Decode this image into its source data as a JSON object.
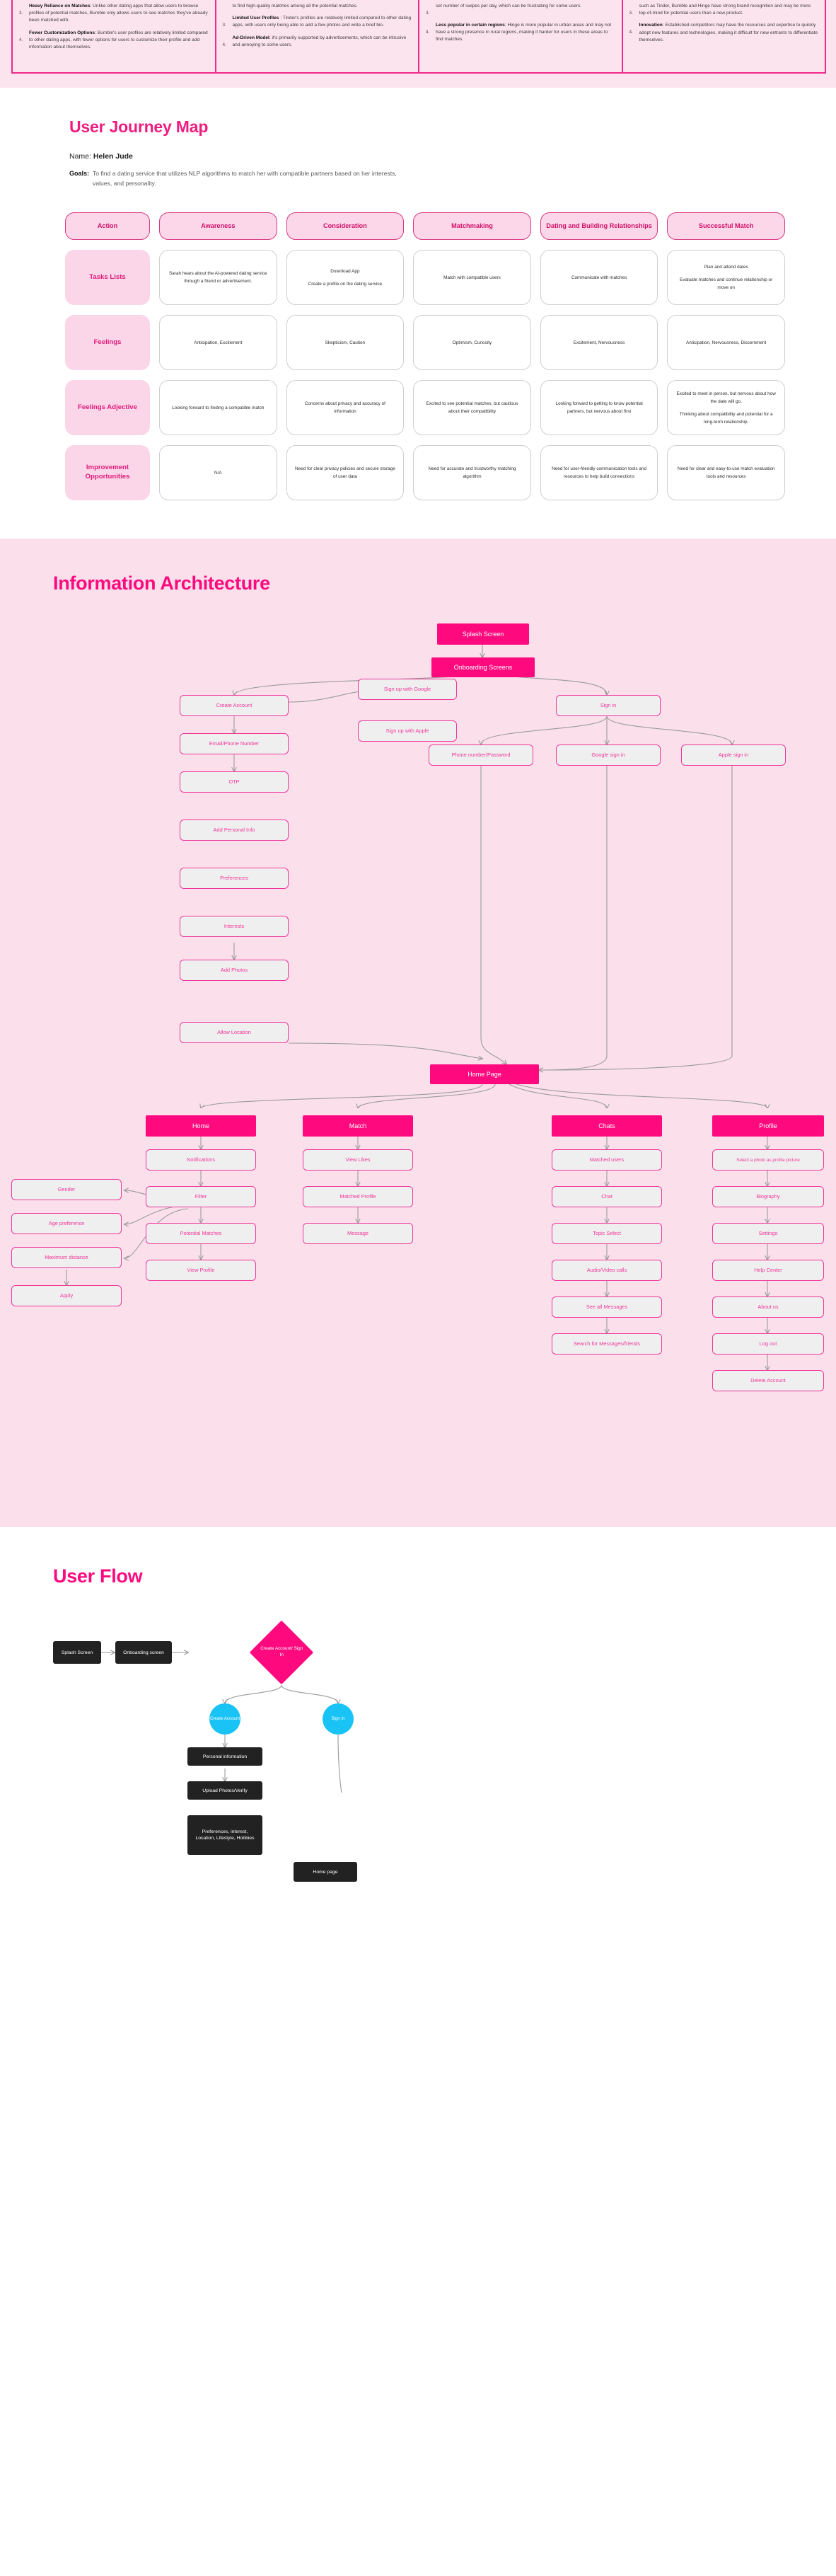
{
  "competitor_table": {
    "columns": [
      {
        "items": [
          {
            "num": "3.",
            "title": "Heavy Reliance on Matches",
            "body": ": Unlike other dating apps that allow users to browse profiles of potential matches, Bumble only allows users to see matches they've already been matched with."
          },
          {
            "num": "4.",
            "title": "Fewer Customization Options",
            "body": ": Bumble's user profiles are relatively limited compared to other dating apps, with fewer options for users to customize their profile and add information about themselves."
          }
        ]
      },
      {
        "items": [
          {
            "num": "",
            "title": "",
            "body": "to find high-quality matches among all the potential matches."
          },
          {
            "num": "3.",
            "title": "Limited User Profiles",
            "body": " : Tinder's profiles are relatively limited compared to other dating apps, with users only being able to add a few photos and write a brief bio."
          },
          {
            "num": "4.",
            "title": "Ad-Driven Model",
            "body": ": it's primarily supported by advertisements, which can be intrusive and annoying to some users."
          }
        ]
      },
      {
        "items": [
          {
            "num": "3.",
            "title": "",
            "body": "set number of swipes per day, which can be frustrating for some users."
          },
          {
            "num": "4.",
            "title": "Less popular in certain regions",
            "body": ": Hinge is more popular in urban areas and may not have a strong presence in rural regions, making it harder for users in these areas to find matches."
          }
        ]
      },
      {
        "items": [
          {
            "num": "3.",
            "title": "",
            "body": "such as Tinder, Bumble and Hinge have strong brand recognition and may be more top-of-mind for potential users than a new product."
          },
          {
            "num": "4.",
            "title": "Innovation",
            "body": ": Established competitors may have the resources and expertise to quickly adopt new features and technologies, making it difficult for new entrants to differentiate themselves."
          }
        ]
      }
    ]
  },
  "user_journey_map": {
    "title": "User Journey Map",
    "name_label": "Name:",
    "name_value": "Helen Jude",
    "goals_label": "Goals:",
    "goals_value": "To find a dating service that utilizes NLP algorithms to match her with compatible partners based on her interests, values, and personality.",
    "stages": [
      "Action",
      "Awareness",
      "Consideration",
      "Matchmaking",
      "Dating and Building Relationships",
      "Successful Match"
    ],
    "rows": [
      {
        "label": "Tasks Lists",
        "cells": [
          [
            "Sarah hears about the AI-powered dating service through a friend or advertisement."
          ],
          [
            "Download App",
            "Create a profile on the dating service"
          ],
          [
            "Match with compatible users"
          ],
          [
            "Communicate with matches"
          ],
          [
            "Plan and attend dates",
            "Evaluate matches and continue relationship or move on"
          ]
        ]
      },
      {
        "label": "Feelings",
        "cells": [
          [
            "Anticipation, Excitement"
          ],
          [
            "Skepticism, Caution"
          ],
          [
            "Optimism, Curiosity"
          ],
          [
            "Excitement, Nervousness"
          ],
          [
            "Anticipation, Nervousness, Discernment"
          ]
        ]
      },
      {
        "label": "Feelings Adjective",
        "cells": [
          [
            "Looking forward to finding a compatible match"
          ],
          [
            "Concerns about privacy and accuracy of information"
          ],
          [
            "Excited to see potential matches, but cautious about their compatibility"
          ],
          [
            "Looking forward to getting to know potential partners, but nervous about first"
          ],
          [
            "Excited to meet in person, but nervous about how the date will go.",
            "Thinking about compatibility and potential for a long-term relationship."
          ]
        ]
      },
      {
        "label": "Improvement Opportunities",
        "cells": [
          [
            "N/A"
          ],
          [
            "Need for clear privacy policies and secure storage of user data"
          ],
          [
            "Need for accurate and trustworthy matching algorithm"
          ],
          [
            "Need for user-friendly communication tools and resources to help build connections"
          ],
          [
            "Need for clear and easy-to-use match evaluation tools and resources"
          ]
        ]
      }
    ]
  },
  "information_architecture": {
    "title": "Information Architecture",
    "nodes": {
      "splash_screen": "Splash Screen",
      "onboarding_screens": "Onboarding Screens",
      "create_account": "Create Account",
      "sign_up_google": "Sign up with Google",
      "sign_up_apple": "Sign up with Apple",
      "sign_in": "Sign in",
      "email_phone_number": "Email/Phone Number",
      "otp": "OTP",
      "add_personal_info": "Add Personal Info",
      "preferences": "Preferences",
      "interests": "Interests",
      "add_photos": "Add Photos",
      "allow_location": "Allow Location",
      "phone_number_password": "Phone number/Password",
      "google_sign_in": "Google sign in",
      "apple_sign_in": "Apple sign in",
      "home_page": "Home Page",
      "home": "Home",
      "match": "Match",
      "chats": "Chats",
      "profile": "Profile",
      "notifications": "Notifications",
      "filter": "Filter",
      "potential_matches": "Potential Matches",
      "view_profile": "View Profile",
      "gender": "Gender",
      "age_preference": "Age preference",
      "maximum_distance": "Maximum distance",
      "apply": "Apply",
      "view_likes": "View Likes",
      "matched_profile": "Matched Profile",
      "message": "Message",
      "matched_users": "Matched users",
      "chat": "Chat",
      "topic_select": "Topic Select",
      "audio_video_calls": "Audio/Video calls",
      "see_all_messages": "See all Messages",
      "search_messages_friends": "Search for Messages/friends",
      "select_photo_profile_picture": "Select a photo as profile picture",
      "biography": "Biography",
      "settings": "Settings",
      "help_center": "Help Center",
      "about_us": "About us",
      "log_out": "Log out",
      "delete_account": "Delete Account"
    }
  },
  "user_flow": {
    "title": "User Flow",
    "nodes": {
      "splash_screen": "Splash Screen",
      "onboarding_screen": "Onboarding screen",
      "create_account_sign_in": "Create Account/ Sign In",
      "create_account": "Create Account",
      "sign_in": "Sign In",
      "personal_information": "Personal information",
      "upload_photos_verify": "Upload Photos/Verify",
      "preferences_block": "Preferences, interest, Location, Lifestyle, Hobbies",
      "home_page": "Home page"
    }
  },
  "colors": {
    "brand_pink": "#ff0a7e",
    "soft_pink_bg": "#fbe0ec",
    "pale_pink": "#fce4ef",
    "node_border": "#f0369a",
    "node_fill": "#efefef",
    "dark_node": "#222222",
    "cyan": "#1ac3f5",
    "connector_gray": "#9a9a9a"
  }
}
